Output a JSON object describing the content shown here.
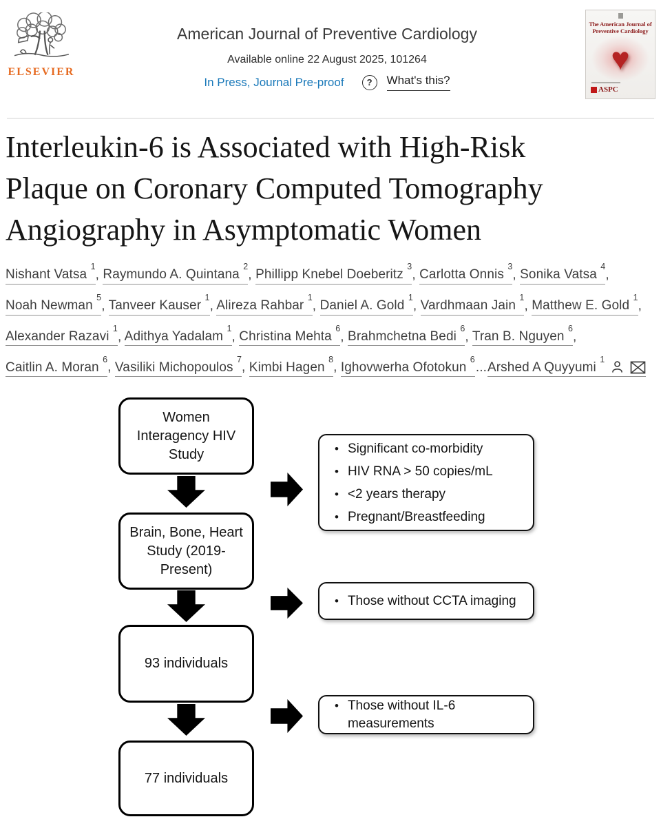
{
  "header": {
    "elsevier_label": "ELSEVIER",
    "journal_title": "American Journal of Preventive Cardiology",
    "available_online": "Available online 22 August 2025, 101264",
    "in_press": "In Press, Journal Pre-proof",
    "question_mark": "?",
    "whats_this": "What's this?",
    "cover": {
      "title_line1": "The American Journal of",
      "title_line2": "Preventive Cardiology",
      "logo": "ASPC"
    }
  },
  "article": {
    "title_lines": [
      "Interleukin-6 is Associated with High-Risk",
      "Plaque on Coronary Computed Tomography",
      "Angiography in Asymptomatic Women"
    ],
    "authors": [
      {
        "name": "Nishant Vatsa",
        "sup": "1"
      },
      {
        "name": "Raymundo A. Quintana",
        "sup": "2"
      },
      {
        "name": "Phillipp Knebel Doeberitz",
        "sup": "3"
      },
      {
        "name": "Carlotta Onnis",
        "sup": "3"
      },
      {
        "name": "Sonika Vatsa",
        "sup": "4"
      },
      {
        "name": "Noah Newman",
        "sup": "5"
      },
      {
        "name": "Tanveer Kauser",
        "sup": "1"
      },
      {
        "name": "Alireza Rahbar",
        "sup": "1"
      },
      {
        "name": "Daniel A. Gold",
        "sup": "1"
      },
      {
        "name": "Vardhmaan Jain",
        "sup": "1"
      },
      {
        "name": "Matthew E. Gold",
        "sup": "1"
      },
      {
        "name": "Alexander Razavi",
        "sup": "1"
      },
      {
        "name": "Adithya Yadalam",
        "sup": "1"
      },
      {
        "name": "Christina Mehta",
        "sup": "6"
      },
      {
        "name": "Brahmchetna Bedi",
        "sup": "6"
      },
      {
        "name": "Tran B. Nguyen",
        "sup": "6"
      },
      {
        "name": "Caitlin A. Moran",
        "sup": "6"
      },
      {
        "name": "Vasiliki Michopoulos",
        "sup": "7"
      },
      {
        "name": "Kimbi Hagen",
        "sup": "8"
      },
      {
        "name": "Ighovwerha Ofotokun",
        "sup": "6"
      }
    ],
    "more_authors_ellipsis": "...",
    "corresponding_author": {
      "name": "Arshed A Quyyumi",
      "sup": "1"
    }
  },
  "flowchart": {
    "main_boxes": [
      {
        "lines": [
          "Women",
          "Interagency HIV",
          "Study"
        ]
      },
      {
        "lines": [
          "Brain, Bone, Heart",
          "Study (2019-",
          "Present)"
        ]
      },
      {
        "lines": [
          "93 individuals"
        ]
      },
      {
        "lines": [
          "77 individuals"
        ]
      }
    ],
    "exclusion_boxes": [
      {
        "bullets": [
          "Significant co-morbidity",
          "HIV RNA > 50 copies/mL",
          "<2 years therapy",
          "Pregnant/Breastfeeding"
        ]
      },
      {
        "bullets": [
          "Those without CCTA imaging"
        ]
      },
      {
        "bullets": [
          "Those without IL-6 measurements"
        ]
      }
    ]
  },
  "colors": {
    "link_blue": "#1978b9",
    "elsevier_orange": "#e66a20",
    "cover_red": "#8b1a1a",
    "flow_black": "#000000"
  }
}
